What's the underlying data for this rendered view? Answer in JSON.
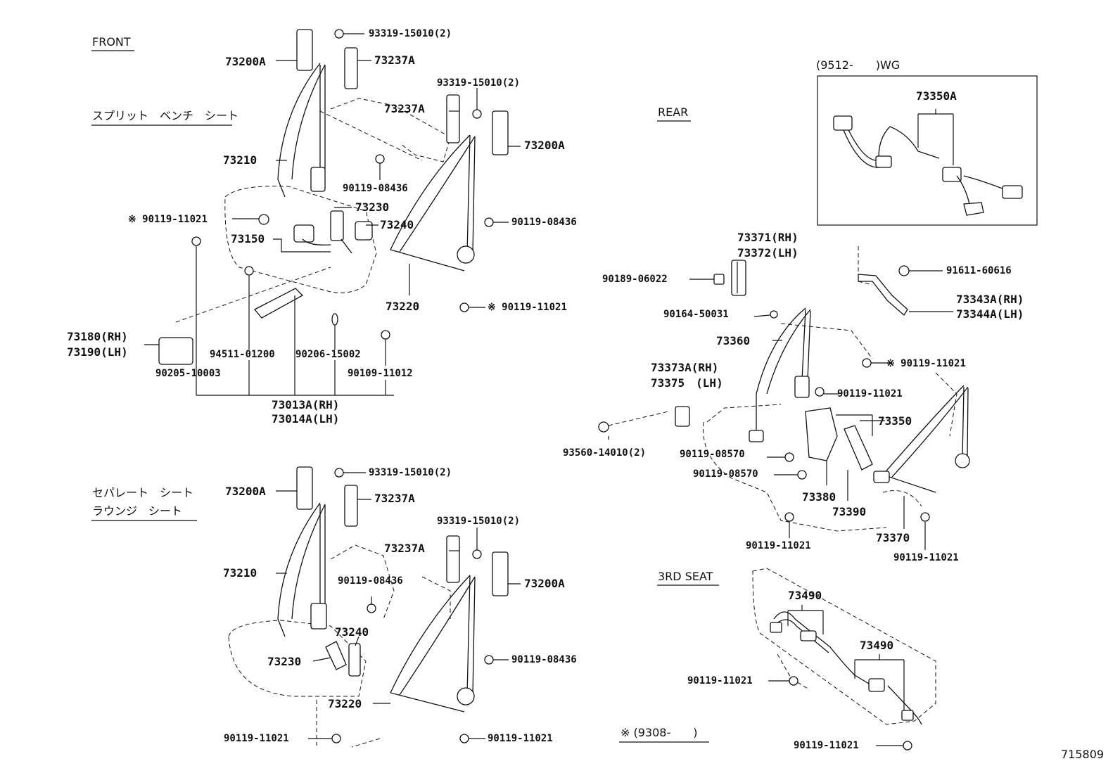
{
  "headers": {
    "front": "FRONT",
    "rear": "REAR",
    "third_seat": "3RD SEAT",
    "split_bench": "スプリット　ベンチ　シート",
    "separate": "セパレート　シート",
    "lounge": "ラウンジ　シート",
    "wg_period": "(9512-　　)WG",
    "note": "※ (9308-　　)",
    "figure_no": "715809"
  },
  "labels": {
    "a": "93319-15010(2)",
    "b": "73200A",
    "c": "73237A",
    "d": "93319-15010(2)",
    "e": "73237A",
    "f": "73200A",
    "g": "73210",
    "h": "90119-08436",
    "i": "※ 90119-11021",
    "j": "73230",
    "k": "73240",
    "l": "73150",
    "m": "90119-08436",
    "n": "73220",
    "o": "※ 90119-11021",
    "p": "73180(RH)",
    "q": "73190(LH)",
    "r": "94511-01200",
    "s": "90206-15002",
    "t": "90205-10003",
    "u": "90109-11012",
    "v": "73013A(RH)",
    "w": "73014A(LH)",
    "x": "93319-15010(2)",
    "y": "73200A",
    "z": "73237A",
    "aa": "93319-15010(2)",
    "ab": "73237A",
    "ac": "73210",
    "ad": "90119-08436",
    "ae": "73200A",
    "af": "73240",
    "ag": "73230",
    "ah": "90119-08436",
    "ai": "73220",
    "aj": "90119-11021",
    "ak": "90119-11021",
    "al": "73350A",
    "am": "73371(RH)",
    "an": "73372(LH)",
    "ao": "91611-60616",
    "ap": "90189-06022",
    "aq": "73343A(RH)",
    "ar": "73344A(LH)",
    "as": "90164-50031",
    "at": "73360",
    "au": "※ 90119-11021",
    "av": "73373A(RH)",
    "aw": "73375　(LH)",
    "ax": "90119-11021",
    "ay": "73350",
    "az": "93560-14010(2)",
    "ba": "90119-08570",
    "bb": "90119-08570",
    "bc": "73380",
    "bd": "73390",
    "be": "73370",
    "bf": "90119-11021",
    "bg": "90119-11021",
    "bh": "73490",
    "bi": "73490",
    "bj": "90119-11021",
    "bk": "90119-11021"
  }
}
